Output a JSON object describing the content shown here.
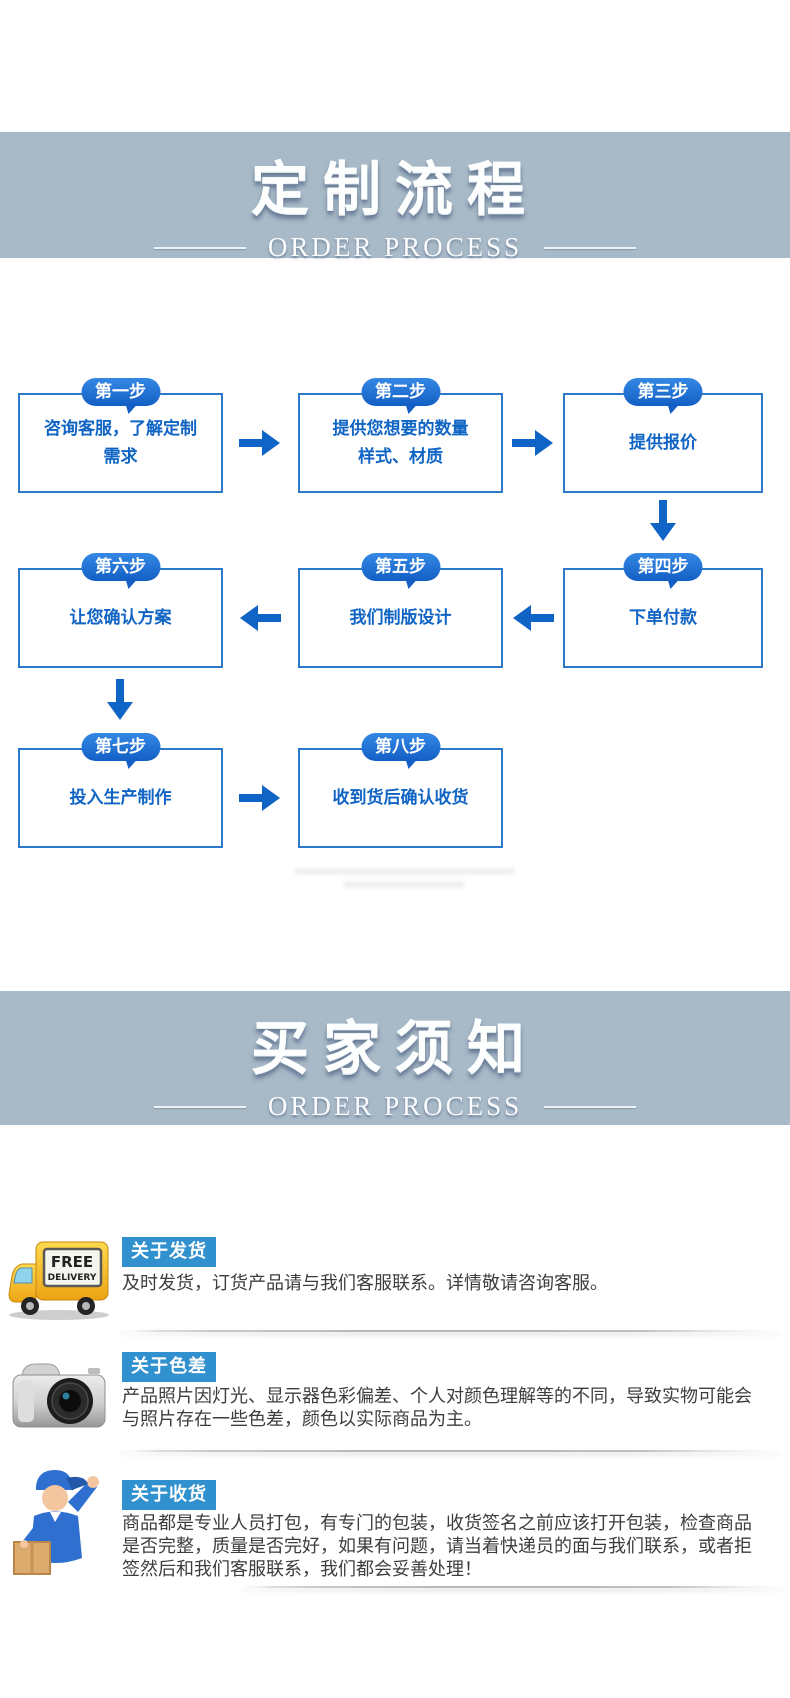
{
  "colors": {
    "banner_bg": "#a8b9c7",
    "flow_text_blue": "#1064c4",
    "flow_border_blue": "#2d79c7",
    "step_badge_blue": "#135fc5",
    "arrow_blue": "#0f64c6",
    "notice_badge_blue": "#3190ce",
    "body_text": "#3d3d3d"
  },
  "banner_custom": {
    "title": "定制流程",
    "subtitle": "ORDER PROCESS"
  },
  "banner_buyer": {
    "title": "买家须知",
    "subtitle": "ORDER PROCESS"
  },
  "flow": {
    "steps": [
      {
        "badge": "第一步",
        "text": "咨询客服，了解定制\n需求"
      },
      {
        "badge": "第二步",
        "text": "提供您想要的数量\n样式、材质"
      },
      {
        "badge": "第三步",
        "text": "提供报价"
      },
      {
        "badge": "第四步",
        "text": "下单付款"
      },
      {
        "badge": "第五步",
        "text": "我们制版设计"
      },
      {
        "badge": "第六步",
        "text": "让您确认方案"
      },
      {
        "badge": "第七步",
        "text": "投入生产制作"
      },
      {
        "badge": "第八步",
        "text": "收到货后确认收货"
      }
    ]
  },
  "truck_sign": {
    "line1": "FREE",
    "line2": "DELIVERY"
  },
  "notices": [
    {
      "badge": "关于发货",
      "text": "及时发货，订货产品请与我们客服联系。详情敬请咨询客服。"
    },
    {
      "badge": "关于色差",
      "text": "产品照片因灯光、显示器色彩偏差、个人对颜色理解等的不同，导致实物可能会\n与照片存在一些色差，颜色以实际商品为主。"
    },
    {
      "badge": "关于收货",
      "text": "商品都是专业人员打包，有专门的包装，收货签名之前应该打开包装，检查商品\n是否完整，质量是否完好，如果有问题，请当着快递员的面与我们联系，或者拒\n签然后和我们客服联系，我们都会妥善处理！"
    }
  ]
}
